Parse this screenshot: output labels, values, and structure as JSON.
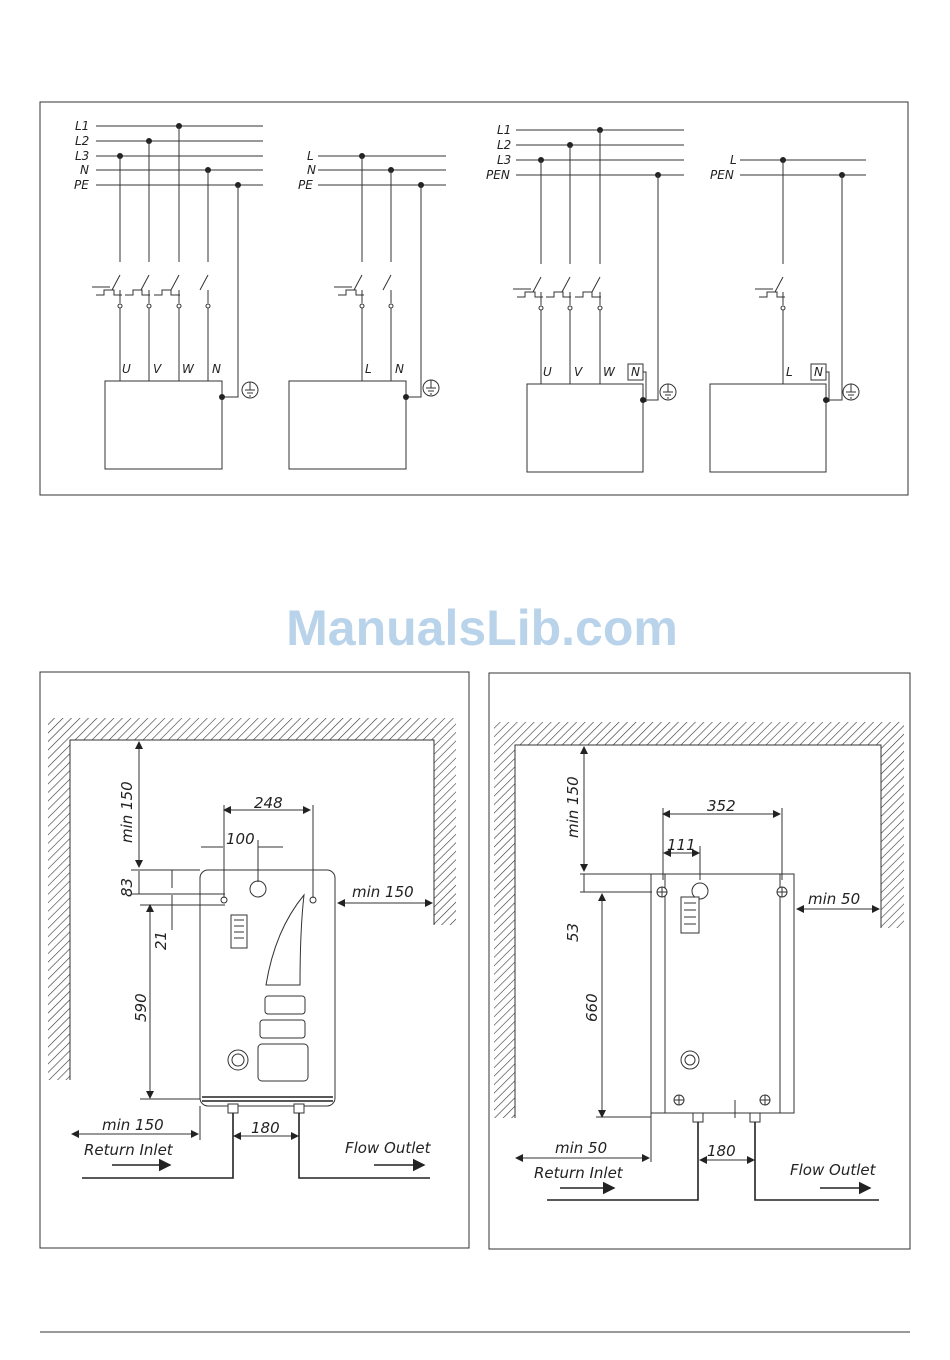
{
  "watermark": "ManualsLib.com",
  "wiring": {
    "diagram_1": {
      "bus_labels": [
        "L1",
        "L2",
        "L3",
        "N",
        "PE"
      ],
      "terminal_labels": [
        "U",
        "V",
        "W",
        "N"
      ]
    },
    "diagram_2": {
      "bus_labels": [
        "L",
        "N",
        "PE"
      ],
      "terminal_labels": [
        "L",
        "N"
      ]
    },
    "diagram_3": {
      "bus_labels": [
        "L1",
        "L2",
        "L3",
        "PEN"
      ],
      "terminal_labels": [
        "U",
        "V",
        "W",
        "N"
      ]
    },
    "diagram_4": {
      "bus_labels": [
        "L",
        "PEN"
      ],
      "terminal_labels": [
        "L",
        "N"
      ]
    }
  },
  "install_left": {
    "dims": {
      "top": "min 150",
      "width": "248",
      "inlet_offset": "100",
      "top_offset": "83",
      "side": "min 150",
      "small_offset": "21",
      "height": "590",
      "left": "min 150",
      "pipe_spacing": "180"
    },
    "return_label": "Return Inlet",
    "flow_label": "Flow Outlet"
  },
  "install_right": {
    "dims": {
      "top": "min 150",
      "width": "352",
      "inlet_offset": "111",
      "side": "min 50",
      "top_offset": "53",
      "height": "660",
      "left": "min 50",
      "pipe_spacing": "180"
    },
    "return_label": "Return Inlet",
    "flow_label": "Flow Outlet"
  }
}
